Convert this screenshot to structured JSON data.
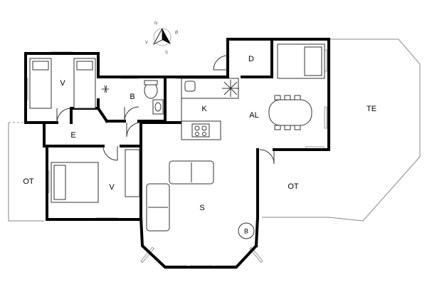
{
  "rooms": {
    "v_top": "V",
    "b": "B",
    "d": "D",
    "k": "K",
    "al": "AL",
    "te": "TE",
    "e": "E",
    "ot_left": "OT",
    "v_left": "V",
    "s": "S",
    "ot_right": "OT",
    "b_circle": "B"
  },
  "compass": {
    "n": "N",
    "o": "Ø",
    "s": "S",
    "v": "V"
  }
}
